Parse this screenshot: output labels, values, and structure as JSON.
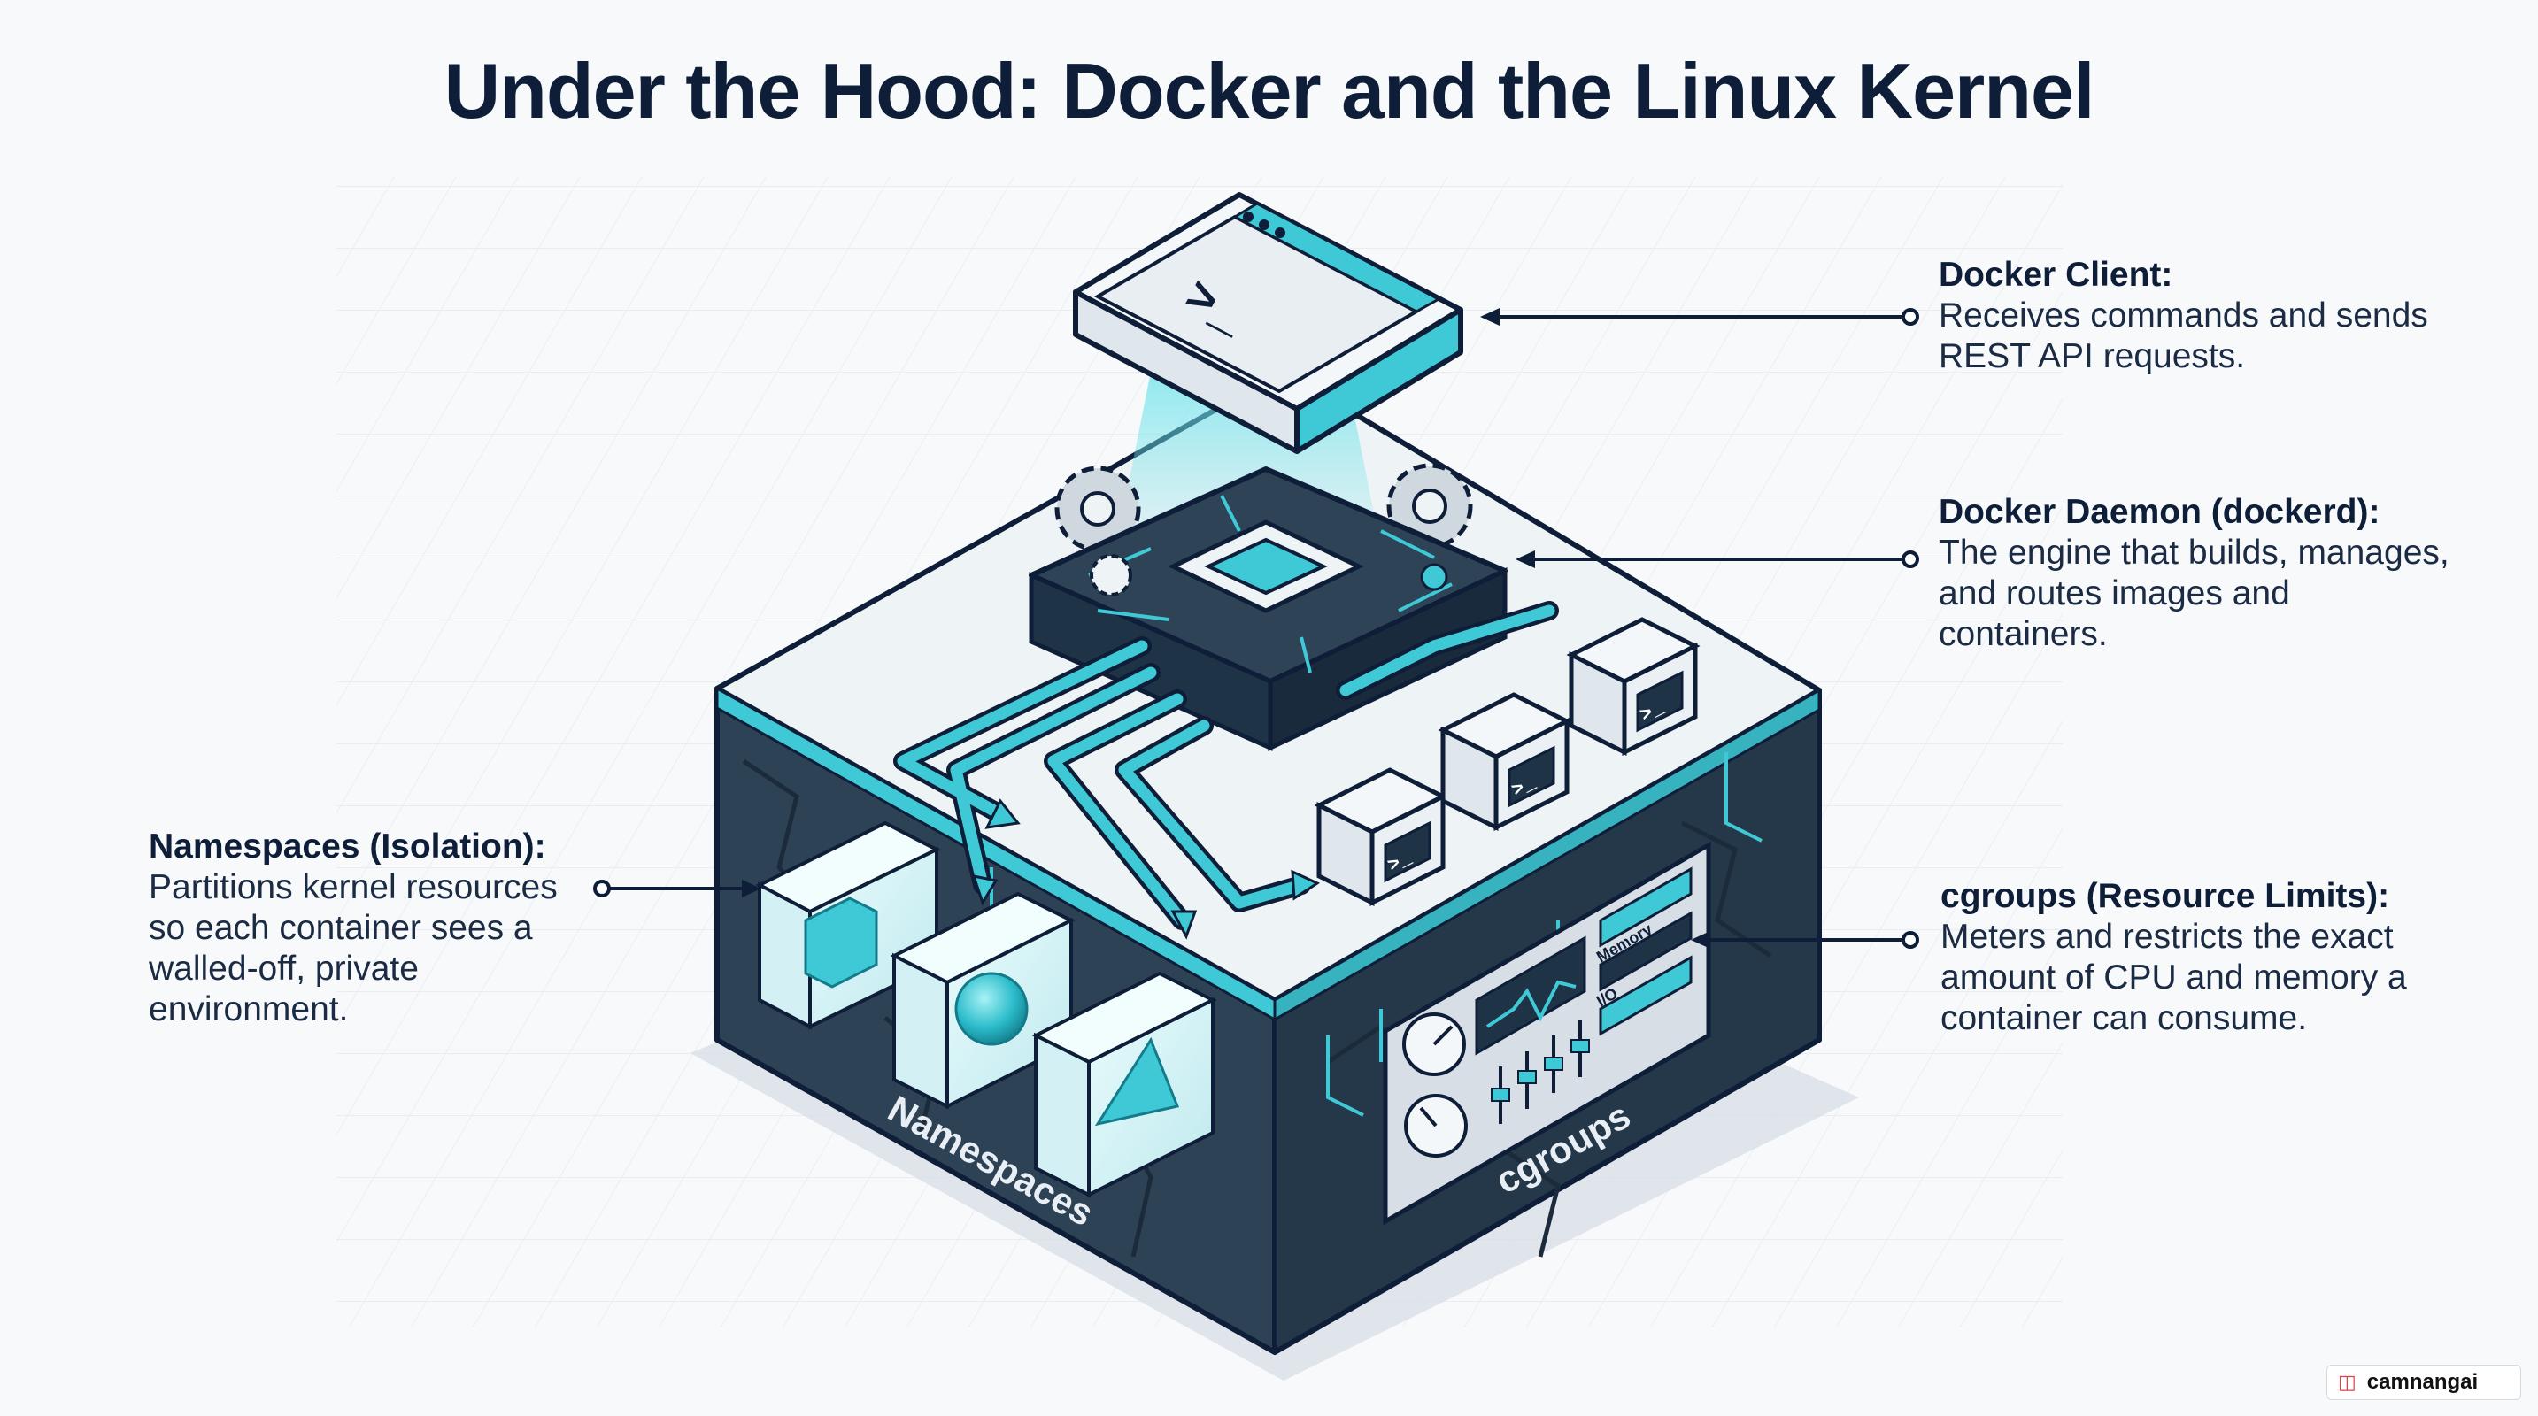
{
  "title": "Under the Hood: Docker and the Linux Kernel",
  "callouts": {
    "client": {
      "title": "Docker Client:",
      "description": "Receives commands and sends\nREST API requests."
    },
    "daemon": {
      "title": "Docker Daemon (dockerd):",
      "description": "The engine that builds, manages,\nand routes images and\ncontainers."
    },
    "cgroups": {
      "title": "cgroups (Resource Limits):",
      "description": "Meters and restricts the exact\namount of CPU and memory a\ncontainer can consume."
    },
    "namespaces": {
      "title": "Namespaces (Isolation):",
      "description": "Partitions kernel resources\nso each container sees a\nwalled-off, private\nenvironment."
    }
  },
  "illustration": {
    "terminal_prompt": ">_",
    "container_prompt": ">_",
    "namespaces_label": "Namespaces",
    "cgroups_label": "cgroups",
    "meter_label_memory": "Memory",
    "meter_label_io": "I/O"
  },
  "watermark": "camnangai",
  "colors": {
    "navy": "#0e1e38",
    "teal": "#3fc9d6",
    "dark_block": "#2e4356",
    "background": "#f7f9fb"
  }
}
